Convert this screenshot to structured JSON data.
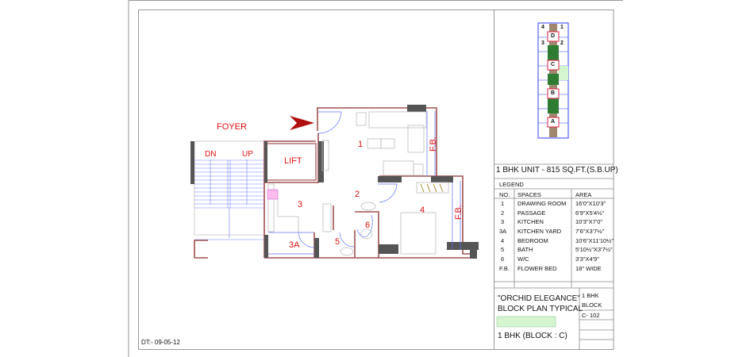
{
  "plan": {
    "labels": {
      "foyer": "FOYER",
      "down": "DN",
      "up": "UP",
      "lift": "LIFT",
      "room_1": "1",
      "room_2": "2",
      "room_3": "3",
      "room_3a": "3A",
      "room_4": "4",
      "room_5": "5",
      "room_6": "6",
      "fb_1": "F.B.",
      "fb_2": "F.B."
    },
    "date": "DT:- 09-05-12",
    "colors": {
      "wall": "#a05050",
      "wall_dark": "#555555",
      "line": "#2030ff",
      "label": "#e01010",
      "green": "#2e7d32",
      "light_green": "#d4f5d0"
    }
  },
  "key_plan": {
    "blocks": [
      "D",
      "C",
      "B",
      "A"
    ],
    "unit_numbers": [
      "4",
      "1",
      "3",
      "2"
    ]
  },
  "title_block": {
    "unit_heading": "1 BHK UNIT - 815 SQ.FT.(S.B.UP)",
    "legend_label": "LEGEND",
    "columns": [
      "NO.",
      "SPACES",
      "AREA"
    ],
    "rows": [
      [
        "1",
        "DRAWING ROOM",
        "16'0\"X10'3\""
      ],
      [
        "2",
        "PASSAGE",
        "6'9\"X5'4½\""
      ],
      [
        "3",
        "KITCHEN",
        "10'3\"X7'0\""
      ],
      [
        "3A",
        "KITCHEN YARD",
        "7'6\"X3'7½\""
      ],
      [
        "4",
        "BEDROOM",
        "10'6\"X11'10½\""
      ],
      [
        "5",
        "BATH",
        "5'10½\"X3'7½\""
      ],
      [
        "6",
        "W/C",
        "3'3\"X4'9\""
      ],
      [
        "F.B.",
        "FLOWER BED",
        "18\" WIDE"
      ]
    ],
    "project_line1": "\"ORCHID ELEGANCE\"",
    "project_line2": "BLOCK PLAN TYPICAL",
    "subtitle": "1 BHK (BLOCK : C)",
    "side_line1": "1 BHK",
    "side_line2": "BLOCK",
    "drawing_no": "C- 102"
  }
}
